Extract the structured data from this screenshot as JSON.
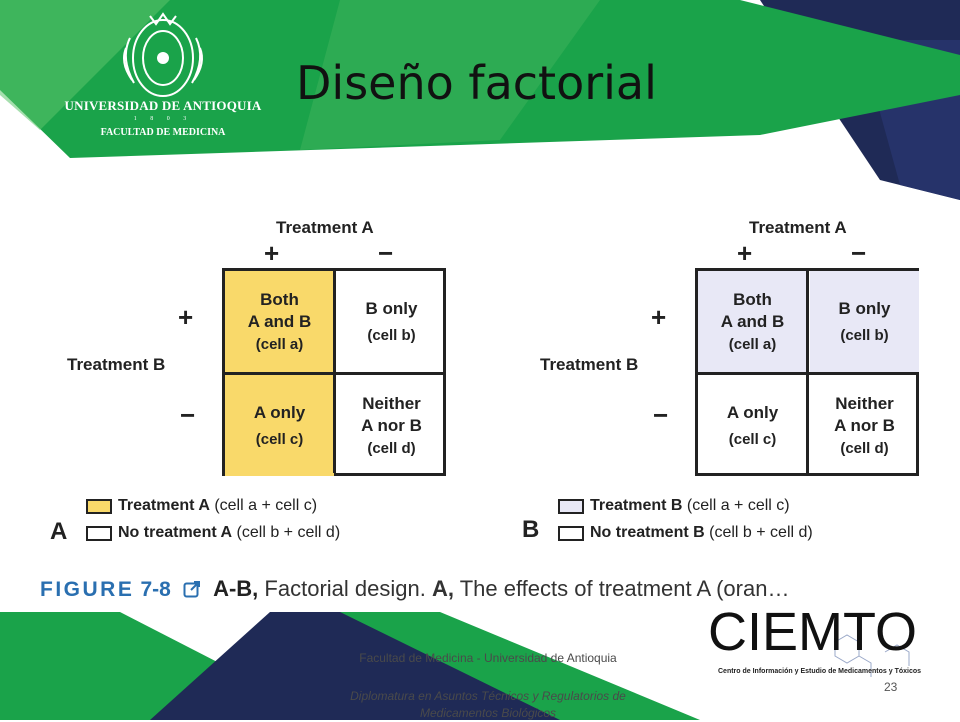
{
  "header": {
    "university": "UNIVERSIDAD DE ANTIOQUIA",
    "year": "1 8 0 3",
    "faculty": "FACULTAD DE MEDICINA",
    "title": "Diseño factorial"
  },
  "figure": {
    "treatment_a_label": "Treatment A",
    "treatment_b_label": "Treatment B",
    "plus": "+",
    "minus": "−",
    "cells": {
      "a_line1": "Both",
      "a_line2": "A and B",
      "a_line3": "(cell a)",
      "b_line1": "B only",
      "b_line2": "(cell b)",
      "c_line1": "A only",
      "c_line2": "(cell c)",
      "d_line1": "Neither",
      "d_line2": "A nor B",
      "d_line3": "(cell d)"
    },
    "panel_a": {
      "letter": "A",
      "legend1_bold": "Treatment A",
      "legend1_rest": "(cell a + cell c)",
      "legend2_bold": "No treatment A",
      "legend2_rest": "(cell b + cell d)",
      "highlight_color": "#f9d96a"
    },
    "panel_b": {
      "letter": "B",
      "legend1_bold": "Treatment B",
      "legend1_rest": "(cell a + cell c)",
      "legend2_bold": "No treatment B",
      "legend2_rest": "(cell b + cell d)",
      "highlight_color": "#e8e8f6"
    },
    "caption": {
      "figure_word": "FIGURE",
      "figure_number": "7-8",
      "ab": "A-B,",
      "text": "Factorial design.",
      "a_bold": "A,",
      "rest": "The effects of treatment A (oran…"
    }
  },
  "footer": {
    "line1": "Facultad de Medicina  -  Universidad de Antioquia",
    "line2": "Diplomatura en Asuntos Técnicos y Regulatorios de Medicamentos Biológicos",
    "page_number": "23",
    "ciemto": "CIEMTO",
    "ciemto_sub": "Centro de Información y Estudio de Medicamentos y Tóxicos"
  },
  "colors": {
    "green": "#1aa34a",
    "light_green": "#5dc56c",
    "navy": "#1f2a56",
    "caption_blue": "#2a6fb0"
  }
}
